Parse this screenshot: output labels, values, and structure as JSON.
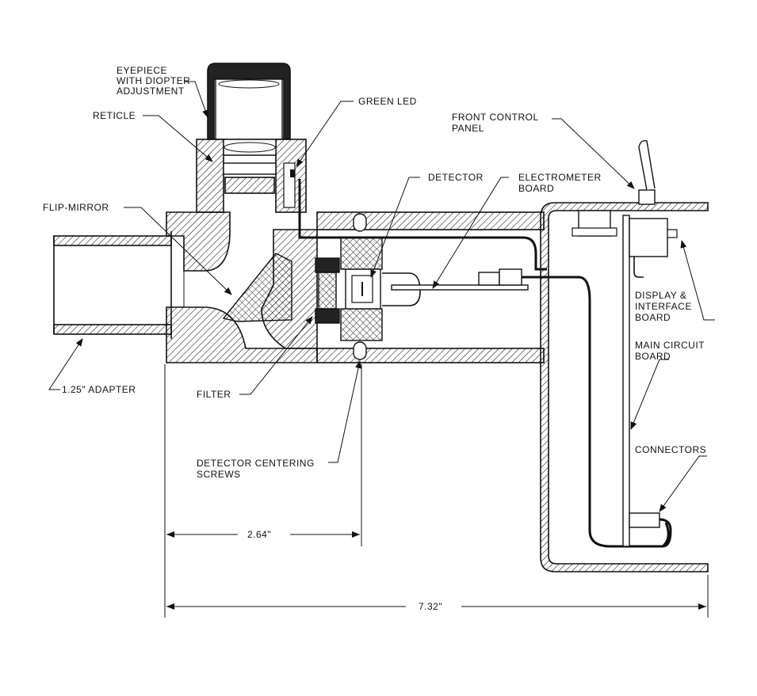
{
  "labels": {
    "eyepiece_l1": "EYEPIECE",
    "eyepiece_l2": "WITH DIOPTER",
    "eyepiece_l3": "ADJUSTMENT",
    "reticle": "RETICLE",
    "green_led": "GREEN LED",
    "front_panel_l1": "FRONT CONTROL",
    "front_panel_l2": "PANEL",
    "flip_mirror": "FLIP-MIRROR",
    "detector": "DETECTOR",
    "electrometer_l1": "ELECTROMETER",
    "electrometer_l2": "BOARD",
    "display_l1": "DISPLAY &",
    "display_l2": "INTERFACE",
    "display_l3": "BOARD",
    "main_circuit_l1": "MAIN CIRCUIT",
    "main_circuit_l2": "BOARD",
    "adapter": "1.25\" ADAPTER",
    "filter": "FILTER",
    "centering_l1": "DETECTOR CENTERING",
    "centering_l2": "SCREWS",
    "connectors": "CONNECTORS"
  },
  "dimensions": {
    "short": "2.64\"",
    "long": "7.32\""
  }
}
